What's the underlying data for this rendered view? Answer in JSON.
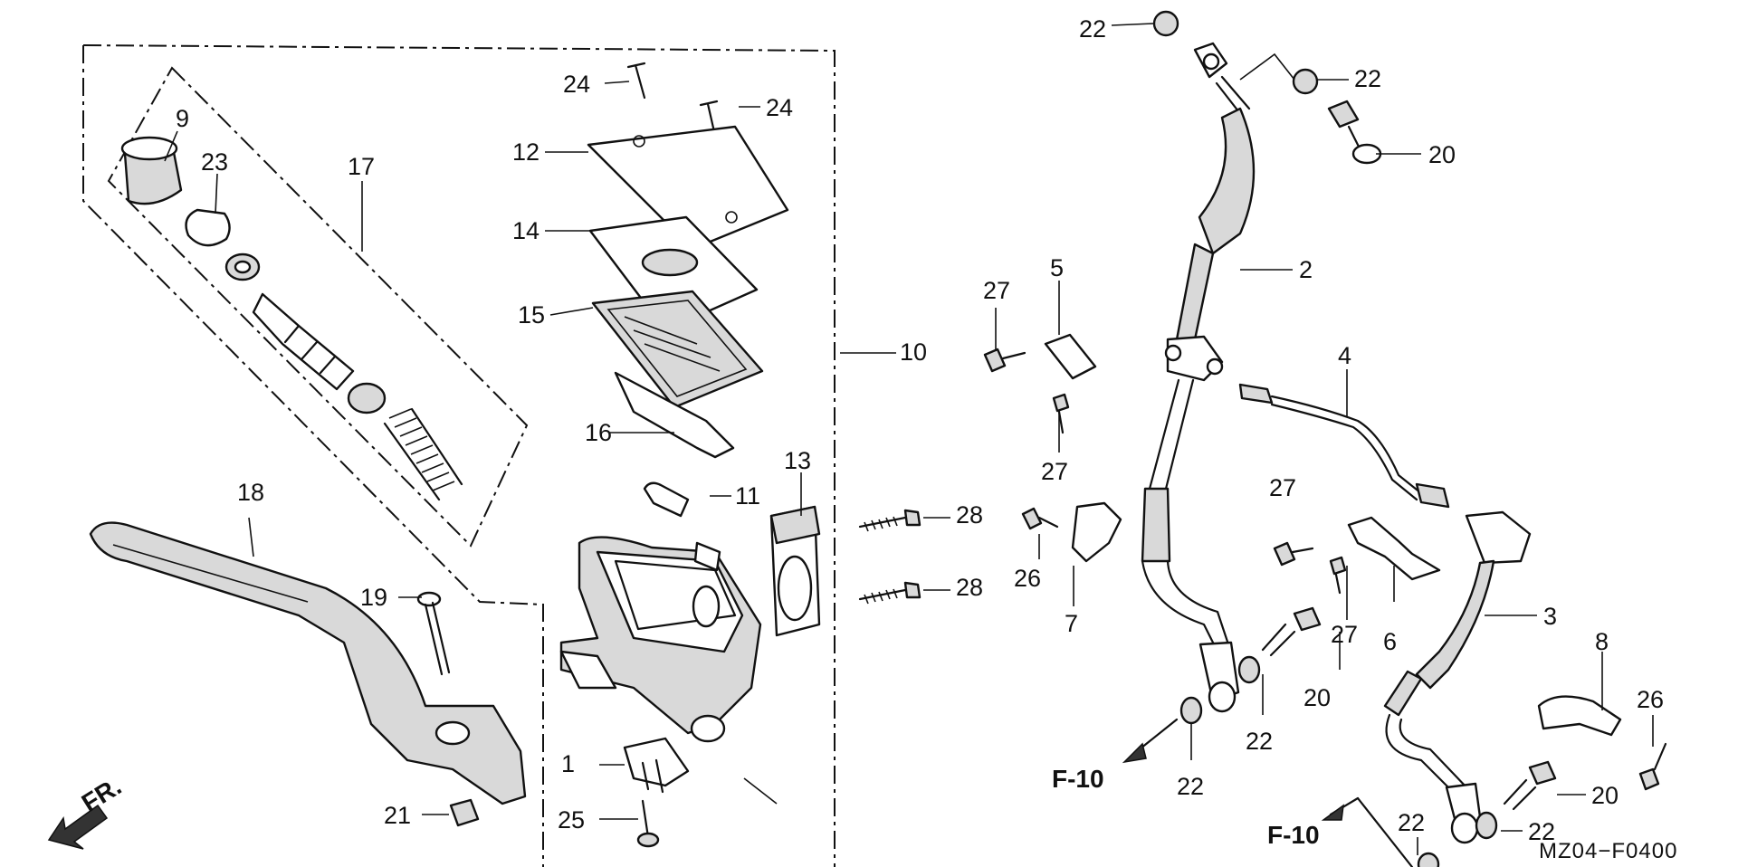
{
  "diagram_code": "MZ04−F0400",
  "direction_label": "FR.",
  "reference_labels": [
    "F-10",
    "F-10"
  ],
  "callouts": {
    "c1": "1",
    "c2": "2",
    "c3": "3",
    "c4": "4",
    "c5": "5",
    "c6": "6",
    "c7": "7",
    "c8": "8",
    "c9": "9",
    "c10": "10",
    "c11": "11",
    "c12": "12",
    "c13": "13",
    "c14": "14",
    "c15": "15",
    "c16": "16",
    "c17": "17",
    "c18": "18",
    "c19": "19",
    "c20a": "20",
    "c20b": "20",
    "c20c": "20",
    "c21": "21",
    "c22a": "22",
    "c22b": "22",
    "c22c": "22",
    "c22d": "22",
    "c22e": "22",
    "c22f": "22",
    "c23": "23",
    "c24a": "24",
    "c24b": "24",
    "c25": "25",
    "c26a": "26",
    "c26b": "26",
    "c27a": "27",
    "c27b": "27",
    "c27c": "27",
    "c27d": "27",
    "c28a": "28",
    "c28b": "28"
  }
}
